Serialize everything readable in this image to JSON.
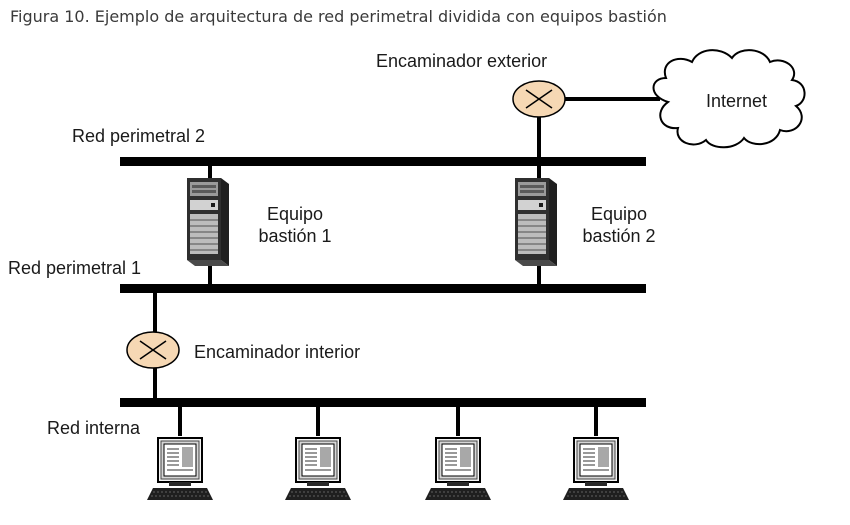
{
  "caption": "Figura 10. Ejemplo de arquitectura de red perimetral dividida con equipos bastión",
  "labels": {
    "external_router": "Encaminador exterior",
    "internet": "Internet",
    "perimeter_net_2": "Red perimetral 2",
    "perimeter_net_1": "Red perimetral 1",
    "bastion_1_line1": "Equipo",
    "bastion_1_line2": "bastión 1",
    "bastion_2_line1": "Equipo",
    "bastion_2_line2": "bastión 2",
    "internal_router": "Encaminador interior",
    "internal_net": "Red interna"
  },
  "colors": {
    "router_fill": "#f6d8b4",
    "bus": "#000000",
    "server_dark": "#3c3c3c",
    "server_light": "#cfcfcf",
    "screen": "#bdbdbd"
  },
  "icons": {
    "router": "router-x-icon",
    "cloud": "cloud-icon",
    "server": "server-tower-icon",
    "workstation": "computer-terminal-icon"
  }
}
